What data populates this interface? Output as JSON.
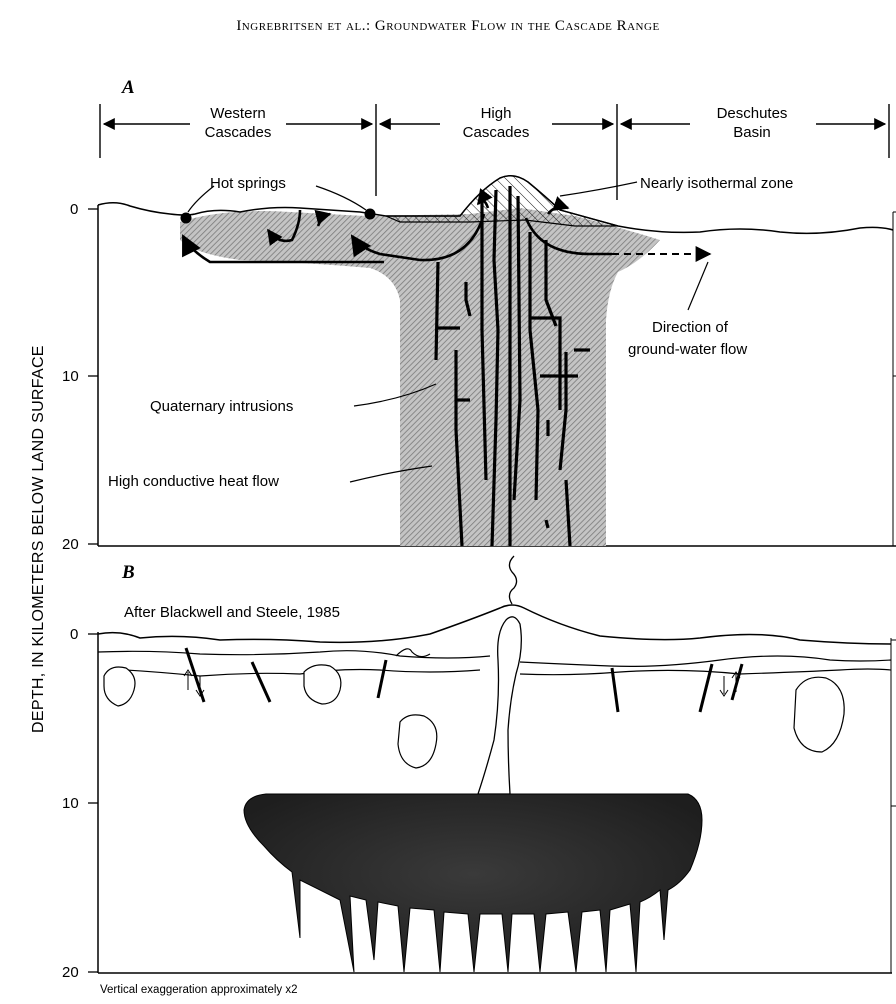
{
  "header": {
    "running_head": "Ingrebritsen et al.: Groundwater Flow in the Cascade Range"
  },
  "axis": {
    "title": "DEPTH, IN KILOMETERS BELOW LAND SURFACE",
    "panel_a_ticks": [
      "0",
      "10",
      "20"
    ],
    "panel_b_ticks": [
      "0",
      "10",
      "20"
    ]
  },
  "panel_a": {
    "letter": "A",
    "regions": [
      {
        "line1": "Western",
        "line2": "Cascades"
      },
      {
        "line1": "High",
        "line2": "Cascades"
      },
      {
        "line1": "Deschutes",
        "line2": "Basin"
      }
    ],
    "labels": {
      "hot_springs": "Hot springs",
      "isothermal": "Nearly isothermal zone",
      "flow_dir_1": "Direction of",
      "flow_dir_2": "ground-water flow",
      "intrusions": "Quaternary intrusions",
      "heat_flow": "High conductive heat flow"
    }
  },
  "panel_b": {
    "letter": "B",
    "credit": "After Blackwell and Steele, 1985"
  },
  "footnote": "Vertical exaggeration approximately x2",
  "colors": {
    "hatch_fill": "#b9b9b9",
    "magma": "#2a2a2a",
    "line": "#000000"
  }
}
